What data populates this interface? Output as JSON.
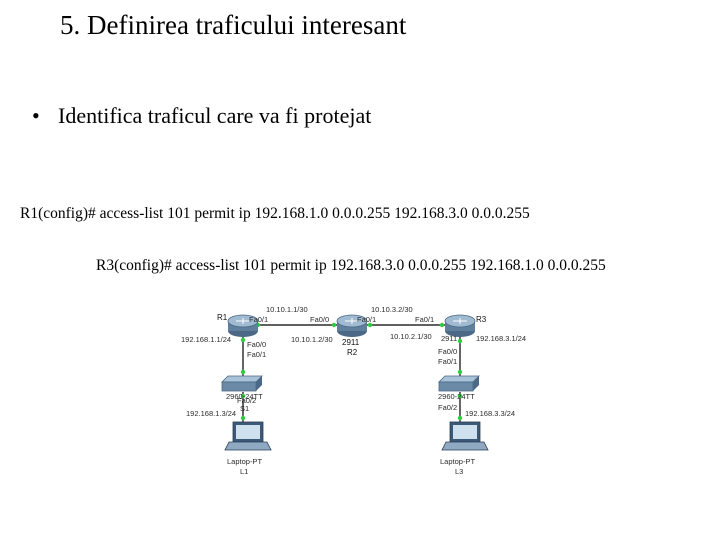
{
  "slide": {
    "title": "5.   Definirea traficului interesant",
    "bullet": "Identifica traficul care va fi protejat",
    "bullet_symbol": "•",
    "commands": [
      "R1(config)# access-list 101 permit ip 192.168.1.0 0.0.0.255 192.168.3.0 0.0.0.255",
      "R3(config)# access-list 101 permit ip 192.168.3.0 0.0.0.255 192.168.1.0 0.0.0.255"
    ]
  },
  "topology": {
    "link_color": "#000000",
    "router_color": "#5f7f9c",
    "switch_color": "#6a8aa6",
    "devices": {
      "r1_label": "R1",
      "r2_model": "2911",
      "r2_label": "R2",
      "r3_label": "R3",
      "r3_model": "2911",
      "s1_model": "2960-24TT",
      "s1_label": "S1",
      "s3_model": "2960-24TT",
      "l1_model": "Laptop-PT",
      "l1_label": "L1",
      "l3_model": "Laptop-PT",
      "l3_label": "L3"
    },
    "labels": {
      "r1_r2_net": "10.10.1.1/30",
      "r2_r3_net": "10.10.3.2/30",
      "r2_wan1": "10.10.1.2/30",
      "r3_wan": "10.10.2.1/30",
      "r1_lan": "192.168.1.1/24",
      "r3_lan": "192.168.3.1/24",
      "l1_ip": "192.168.1.3/24",
      "l3_ip": "192.168.3.3/24",
      "r1_fa01": "Fa0/1",
      "r1_fa00": "Fa0/0",
      "r2_fa00": "Fa0/0",
      "r2_fa01": "Fa0/1",
      "r3_fa01": "Fa0/1",
      "r3_fa00": "Fa0/0",
      "s1_fa01": "Fa0/1",
      "s1_fa02": "Fa0/2",
      "s3_fa01": "Fa0/1",
      "s3_fa02": "Fa0/2"
    }
  }
}
